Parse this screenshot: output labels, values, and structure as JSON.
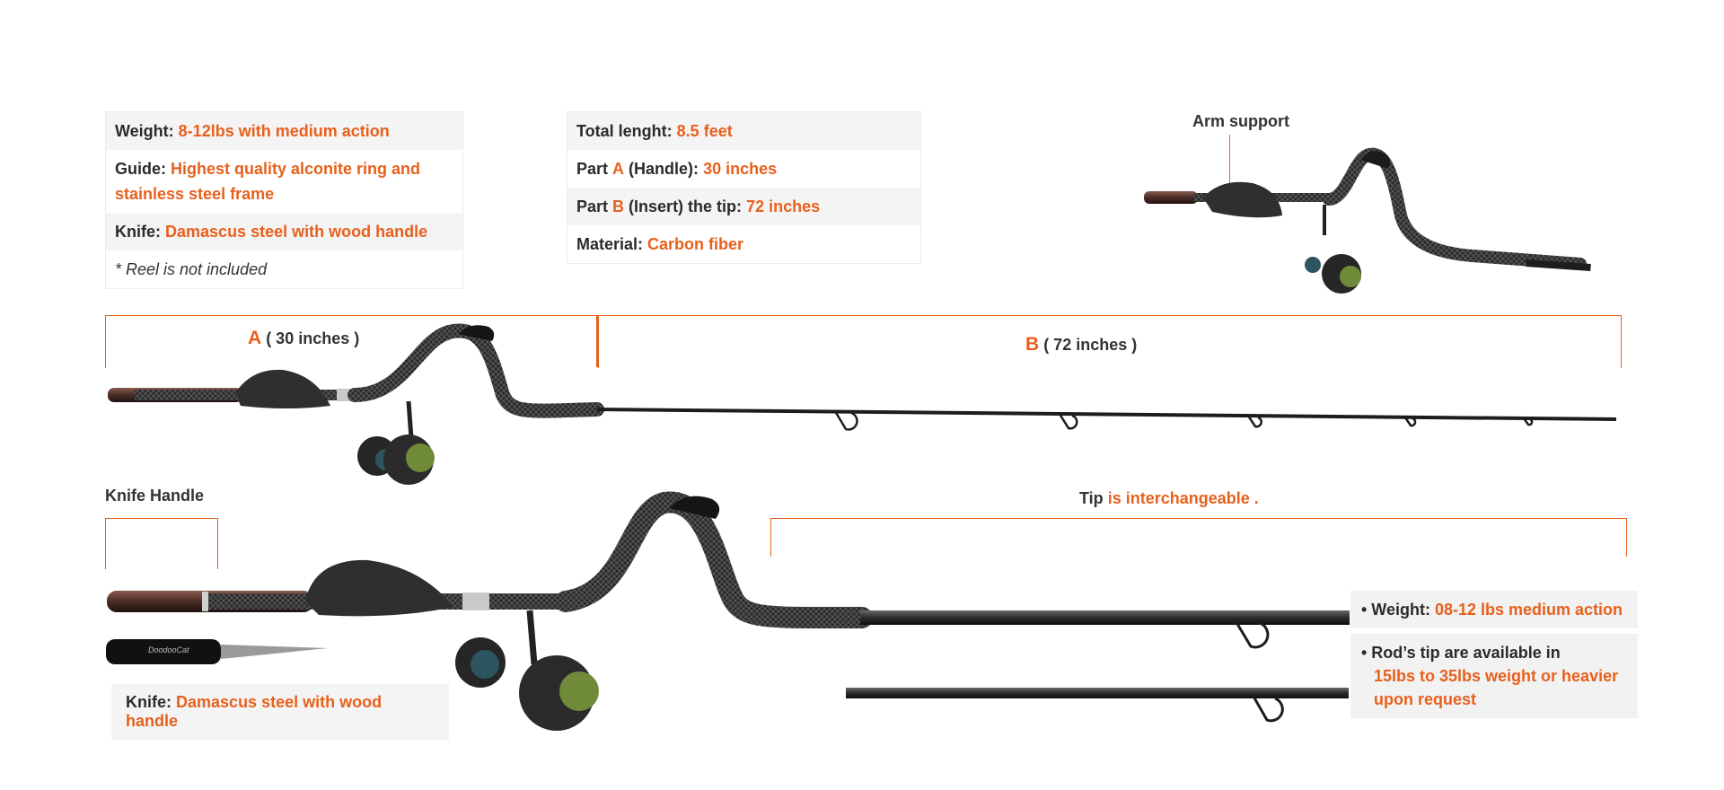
{
  "spec_left": {
    "rows": [
      {
        "label": "Weight:",
        "value": "8-12lbs with medium action"
      },
      {
        "label": "Guide:",
        "value_line1": "Highest quality alconite ring and",
        "value_line2": "stainless steel frame"
      },
      {
        "label": "Knife:",
        "value": "Damascus steel with wood handle"
      }
    ],
    "note": "* Reel is not included"
  },
  "spec_mid": {
    "rows": [
      {
        "label": "Total lenght:",
        "value": "8.5 feet"
      },
      {
        "prefix": "Part",
        "letter": "A",
        "suffix": "(Handle):",
        "value": "30 inches"
      },
      {
        "prefix": "Part",
        "letter": "B",
        "suffix": "(Insert) the tip:",
        "value": "72 inches"
      },
      {
        "label": "Material:",
        "value": "Carbon fiber"
      }
    ]
  },
  "arm_support": {
    "label": "Arm support"
  },
  "measure_a": {
    "letter": "A",
    "text": "( 30 inches )"
  },
  "measure_b": {
    "letter": "B",
    "text": "( 72 inches )"
  },
  "knife_handle": {
    "label": "Knife Handle"
  },
  "knife_logo": {
    "text": "DoodooCat"
  },
  "knife_box": {
    "label": "Knife:",
    "value": "Damascus steel with wood handle"
  },
  "tip": {
    "label": "Tip",
    "value": "is interchangeable ."
  },
  "side_box": {
    "weight_label": "• Weight:",
    "weight_value": "08-12 lbs  medium action",
    "tip_label": "• Rod’s tip are available in",
    "tip_value_line1": "15lbs to 35lbs weight or heavier",
    "tip_value_line2": "upon request"
  },
  "colors": {
    "accent": "#e8601c",
    "rod": "#1d1d1d",
    "panel": "#f4f4f4"
  }
}
